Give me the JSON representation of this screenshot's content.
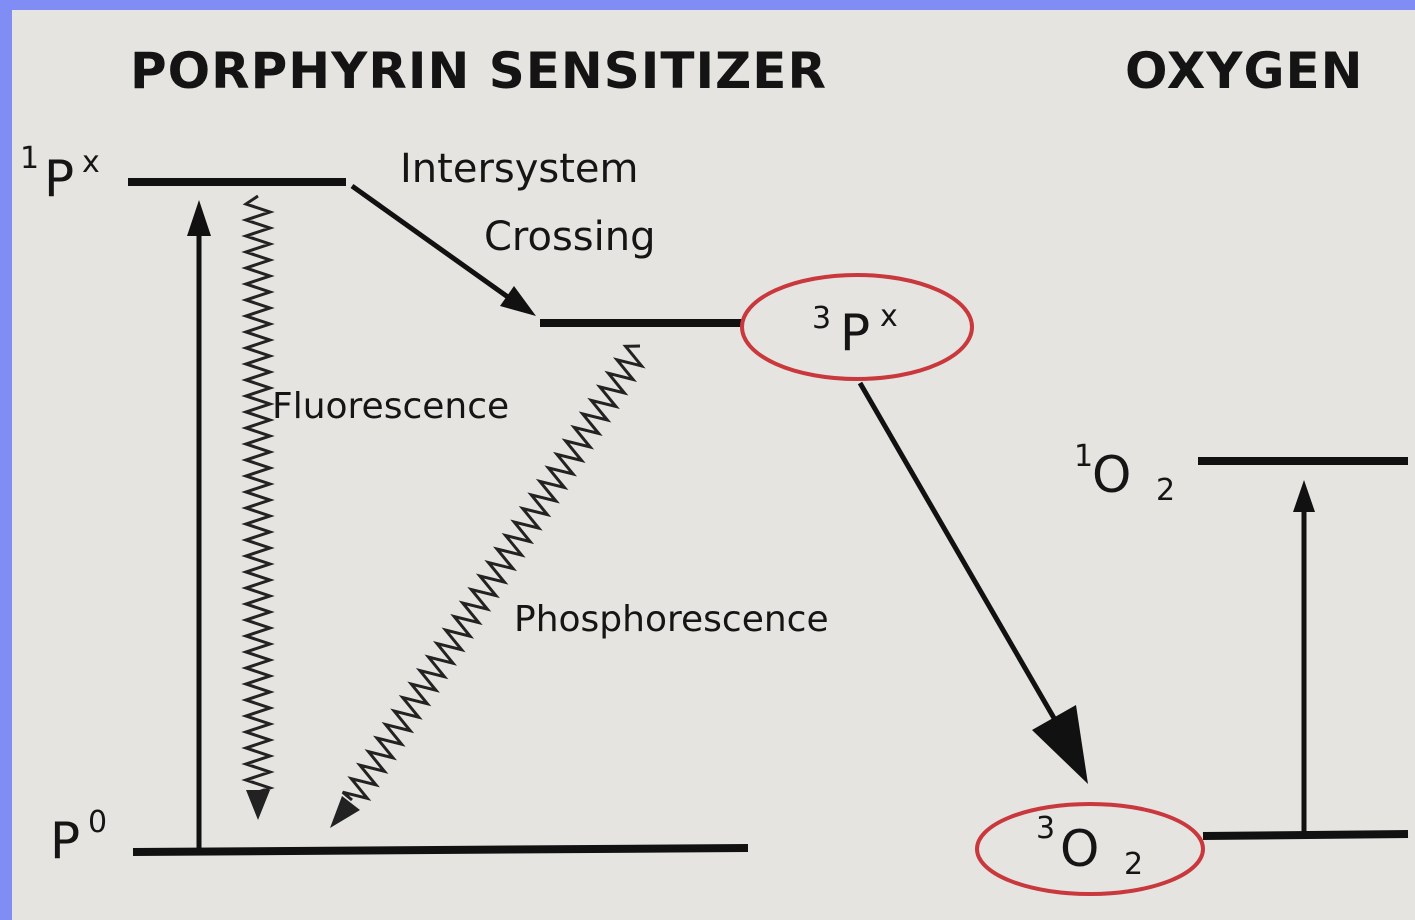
{
  "title_sensitizer": "PORPHYRIN SENSITIZER",
  "title_oxygen": "OXYGEN",
  "states": {
    "singlet_p": {
      "sup": "1",
      "base": "P",
      "mark": "x"
    },
    "triplet_p": {
      "sup": "3",
      "base": "P",
      "mark": "x"
    },
    "ground_p": {
      "base": "P",
      "sup_after": "0"
    },
    "singlet_o2": {
      "sup": "1",
      "base": "O",
      "sub": "2"
    },
    "triplet_o2": {
      "sup": "3",
      "base": "O",
      "sub": "2"
    }
  },
  "labels": {
    "isc_line1": "Intersystem",
    "isc_line2": "Crossing",
    "fluorescence": "Fluorescence",
    "phosphorescence": "Phosphorescence"
  },
  "colors": {
    "background_panel": "#e6e4e0",
    "frame": "#7f8df5",
    "highlight_ring": "#c8383c",
    "ink": "#111111"
  }
}
